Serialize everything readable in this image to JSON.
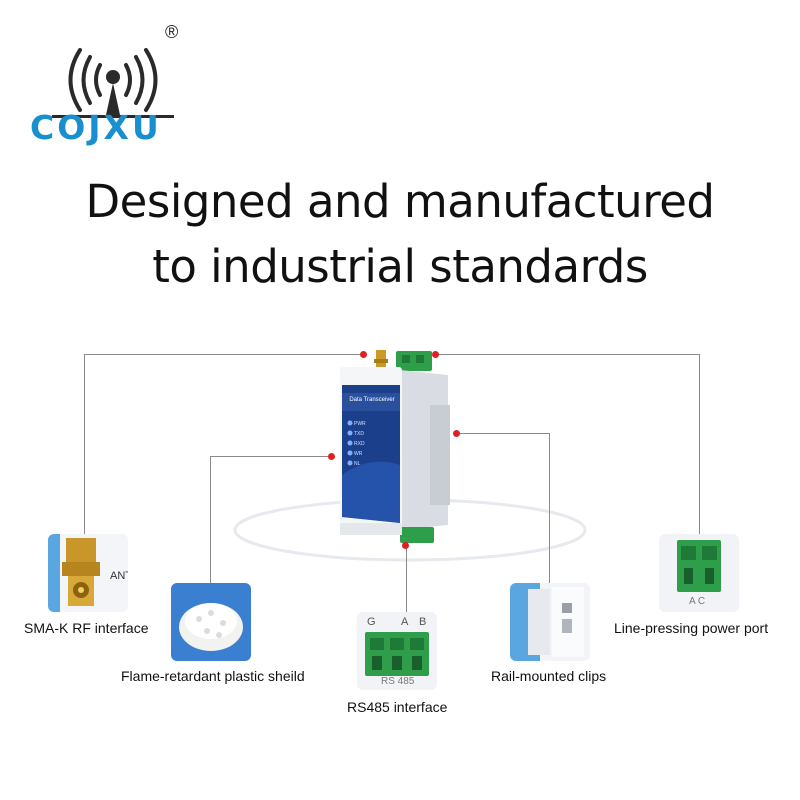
{
  "brand": {
    "name": "COJXU",
    "registered_mark": "®",
    "color": "#1a8fd0"
  },
  "headline": {
    "line1": "Designed and manufactured",
    "line2": "to industrial standards"
  },
  "device": {
    "label": "Data Transceiver",
    "leds": [
      "PWR",
      "TXD",
      "RXD",
      "WR",
      "NL"
    ]
  },
  "callouts": {
    "sma": "SMA-K RF interface",
    "plastic": "Flame-retardant plastic sheild",
    "rs485": "RS485 interface",
    "rail": "Rail-mounted clips",
    "power": "Line-pressing power port"
  },
  "rs485_thumb": {
    "pins": [
      "G",
      "A",
      "B"
    ],
    "marking": "RS 485"
  },
  "power_thumb": {
    "marking": "A C"
  },
  "sma_thumb": {
    "marking": "ANT"
  },
  "colors": {
    "accent_red": "#e02020",
    "terminal_green": "#2e9e4a",
    "device_blue": "#1c3f8c"
  }
}
